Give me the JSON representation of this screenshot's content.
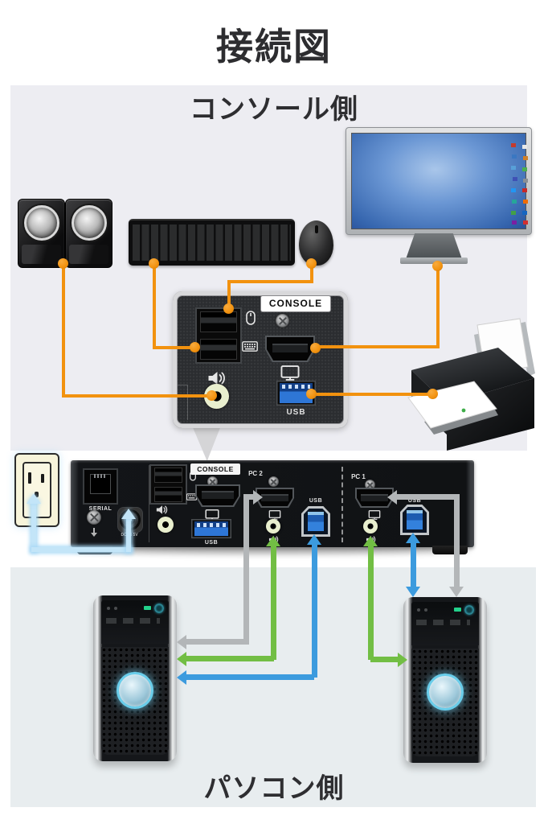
{
  "title": "接続図",
  "console_section": {
    "label": "コンソール側"
  },
  "pc_section": {
    "label": "パソコン側"
  },
  "inset_panel": {
    "console_label": "CONSOLE",
    "usb_label": "USB"
  },
  "kvm": {
    "serial_label": "SERIAL",
    "dc_label": "DC IN 5V",
    "console_label": "CONSOLE",
    "console_usb_label": "USB",
    "pc2": {
      "label": "PC 2",
      "usb_label": "USB"
    },
    "pc1": {
      "label": "PC 1",
      "usb_label": "USB"
    }
  },
  "icon_names": [
    "speaker-icon",
    "mouse-icon",
    "keyboard-icon",
    "monitor-icon",
    "screw-icon",
    "ground-icon"
  ],
  "colors": {
    "orange": "#F2920F",
    "gray_arrow": "#B3B6B8",
    "green_arrow": "#72BE44",
    "blue_arrow": "#3C9BDE",
    "power_line": "#C3E5F8",
    "console_bg": "#EDEDF2",
    "pc_bg": "#E8EDEF"
  }
}
